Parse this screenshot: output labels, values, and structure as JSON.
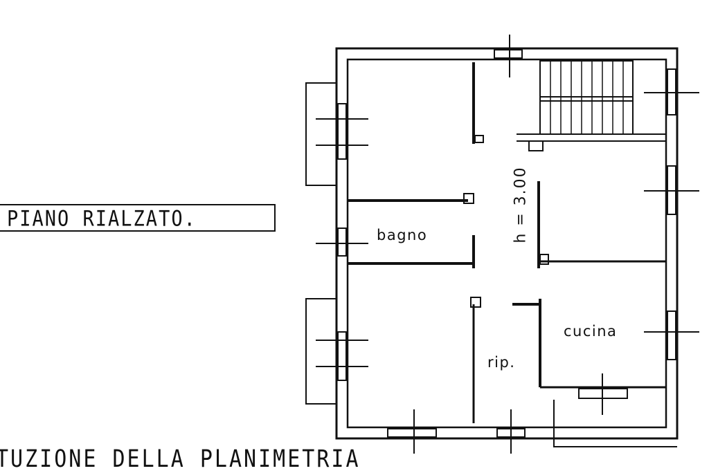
{
  "floor_label": "PIANO RIALZATO.",
  "caption": "TUZIONE DELLA PLANIMETRIA",
  "rooms": {
    "bagno": "bagno",
    "cucina": "cucina",
    "rip": "rip."
  },
  "ceiling_height": "h = 3.00",
  "colors": {
    "ink": "#111111",
    "paper": "#ffffff"
  }
}
